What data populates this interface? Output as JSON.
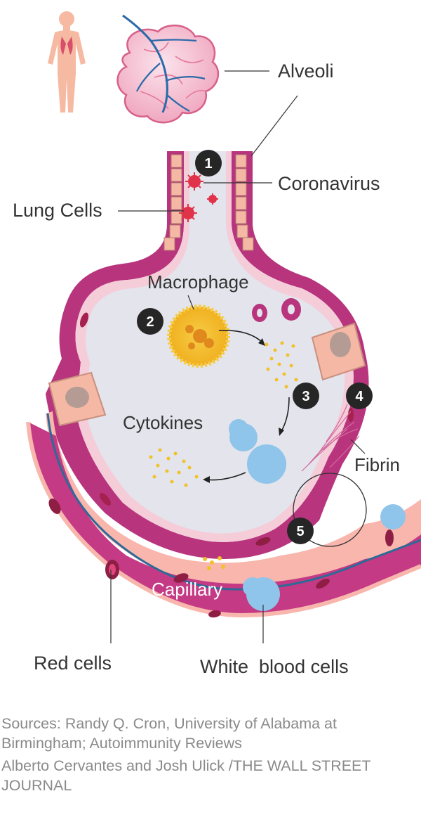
{
  "labels": {
    "alveoli": "Alveoli",
    "coronavirus": "Coronavirus",
    "lung_cells": "Lung Cells",
    "macrophage": "Macrophage",
    "cytokines": "Cytokines",
    "fibrin": "Fibrin",
    "capillary": "Capillary",
    "red_cells": "Red cells",
    "white_blood_cells": "White  blood cells"
  },
  "steps": [
    "1",
    "2",
    "3",
    "4",
    "5"
  ],
  "credits": {
    "sources": "Sources: Randy Q. Cron, University of Alabama at Birmingham; Autoimmunity Reviews",
    "byline": "Alberto Cervantes and Josh Ulick /THE WALL STREET JOURNAL"
  },
  "colors": {
    "alveolus_wall": "#b8357e",
    "alveolus_fill": "#e4e4ec",
    "lung_cell": "#f4b8a5",
    "virus": "#e0334a",
    "macrophage": "#f2b61f",
    "cytokine": "#f0c22a",
    "white_cell": "#8fc5ea",
    "capillary": "#c43a84",
    "step_badge": "#262626"
  }
}
